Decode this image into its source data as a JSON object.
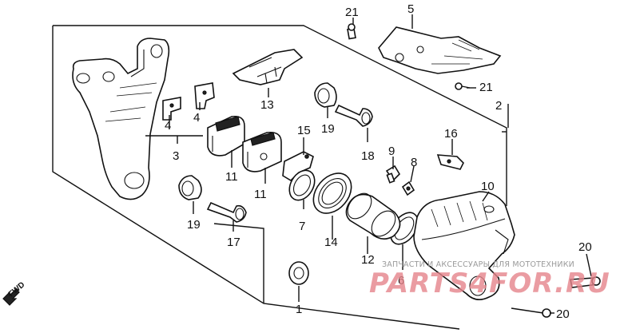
{
  "diagram": {
    "callouts": {
      "c1": "1",
      "c2": "2",
      "c3": "3",
      "c4a": "4",
      "c4b": "4",
      "c5": "5",
      "c6": "6",
      "c7": "7",
      "c8": "8",
      "c9": "9",
      "c10": "10",
      "c11a": "11",
      "c11b": "11",
      "c12": "12",
      "c13": "13",
      "c14": "14",
      "c15": "15",
      "c16": "16",
      "c17": "17",
      "c18": "18",
      "c19a": "19",
      "c19b": "19",
      "c20a": "20",
      "c20b": "20",
      "c21a": "21",
      "c21b": "21"
    },
    "direction_label": "FWD"
  },
  "watermark": {
    "caption": "ЗАПЧАСТИ И АКСЕССУАРЫ ДЛЯ МОТОТЕХНИКИ",
    "brand": "PARTS4FOR.RU",
    "color": "#e6848b"
  }
}
